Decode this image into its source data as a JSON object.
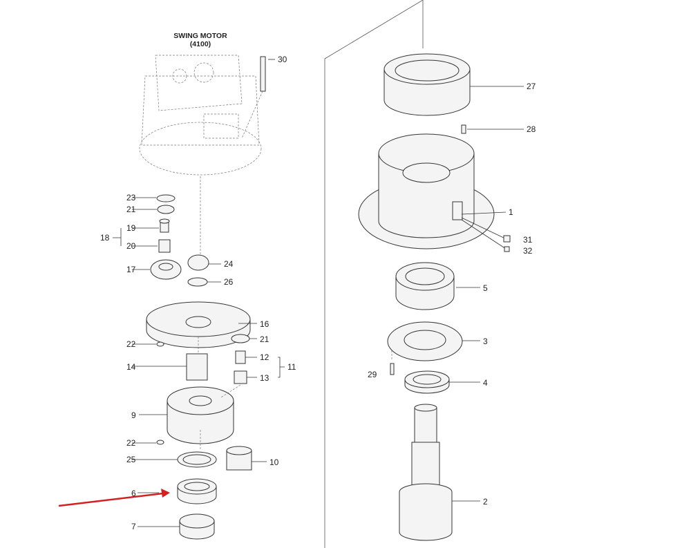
{
  "title": {
    "line1": "SWING MOTOR",
    "line2": "(4100)"
  },
  "callouts": [
    "30",
    "27",
    "28",
    "1",
    "31",
    "32",
    "5",
    "3",
    "29",
    "4",
    "2",
    "23",
    "21",
    "19",
    "18",
    "20",
    "17",
    "24",
    "26",
    "16",
    "22",
    "21",
    "14",
    "12",
    "11",
    "13",
    "9",
    "22",
    "25",
    "10",
    "6",
    "7"
  ],
  "colors": {
    "arrow": "#d42020",
    "line": "#333333"
  },
  "highlight": {
    "part": "6"
  }
}
